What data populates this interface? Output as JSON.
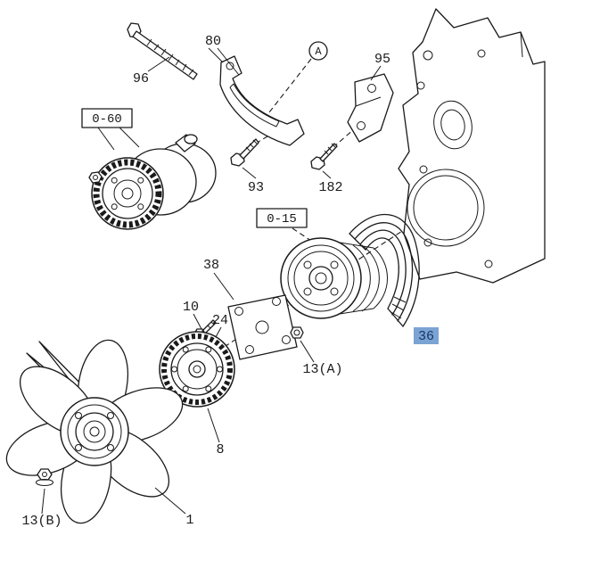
{
  "diagram": {
    "description": "Exploded parts diagram: engine cooling fan, fan clutch, pulley, drive belt, brackets and mounting hardware",
    "colors": {
      "line": "#1a1a1a",
      "background": "#ffffff",
      "highlight_bg": "#7ba3d4",
      "highlight_text": "#16366b"
    },
    "callouts": {
      "bolt_96": "96",
      "bracket_80": "80",
      "view_a": "A",
      "bracket_95": "95",
      "bolt_93": "93",
      "bolt_182": "182",
      "ref_0_60": "0-60",
      "ref_0_15": "0-15",
      "plate_38": "38",
      "bolt_10": "10",
      "spacer_24": "24",
      "fan_clutch_8": "8",
      "nut_13a": "13(A)",
      "belt_36": "36",
      "fan_1": "1",
      "nut_13b": "13(B)"
    }
  }
}
